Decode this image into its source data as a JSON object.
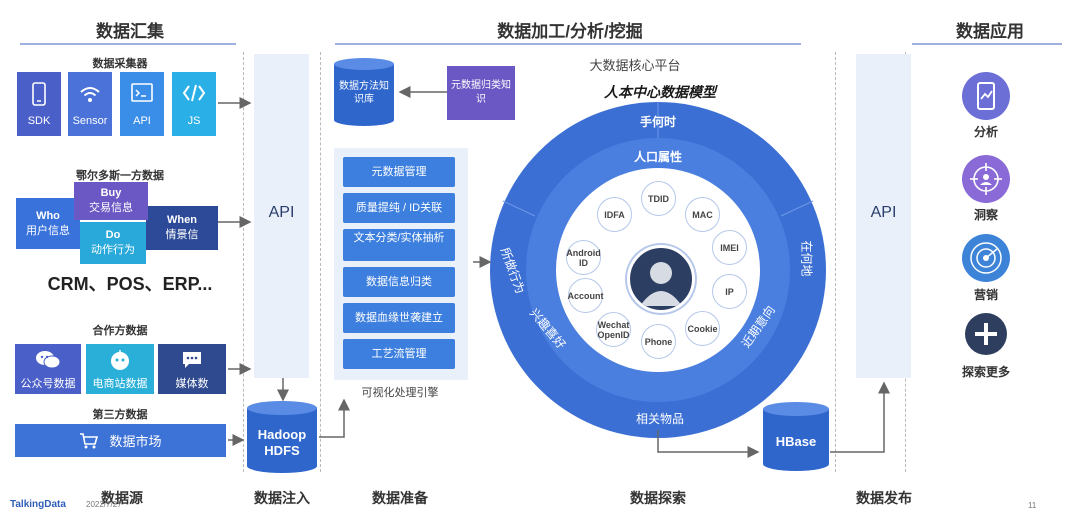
{
  "headers": {
    "collect": "数据汇集",
    "process": "数据加工/分析/挖掘",
    "apply": "数据应用"
  },
  "collectors": {
    "title": "数据采集器",
    "items": [
      {
        "label": "SDK",
        "icon": "phone-icon",
        "color": "#4a5fc8"
      },
      {
        "label": "Sensor",
        "icon": "wifi-icon",
        "color": "#4a72d8"
      },
      {
        "label": "API",
        "icon": "terminal-icon",
        "color": "#3a8ee8"
      },
      {
        "label": "JS",
        "icon": "code-icon",
        "color": "#2ab0e6"
      }
    ]
  },
  "first_party": {
    "title": "鄂尔多斯一方数据",
    "who_title": "Who",
    "who_sub": "用户信息",
    "buy_title": "Buy",
    "buy_sub": "交易信息",
    "do_title": "Do",
    "do_sub": "动作行为",
    "when_title": "When",
    "when_sub": "情景信",
    "crm": "CRM、POS、ERP..."
  },
  "partner": {
    "title": "合作方数据",
    "items": [
      {
        "label": "公众号数据",
        "icon": "wechat-icon"
      },
      {
        "label": "电商站数据",
        "icon": "bot-icon"
      },
      {
        "label": "媒体数",
        "icon": "chat-icon"
      }
    ]
  },
  "third_party": {
    "title": "第三方数据",
    "market": "数据市场",
    "market_icon": "cart-icon"
  },
  "api_left": "API",
  "api_right": "API",
  "hadoop": {
    "line1": "Hadoop",
    "line2": "HDFS"
  },
  "knowledge": {
    "db_label": "数据方法知识库",
    "meta_label": "元数据归类知识"
  },
  "engine": {
    "steps": [
      "元数据管理",
      "质量提纯 / ID关联",
      "文本分类/实体抽析",
      "数据信息归类",
      "数据血缘世袭建立",
      "工艺流管理"
    ],
    "caption": "可视化处理引擎"
  },
  "platform": {
    "title": "大数据核心平台",
    "model": "人本中心数据模型",
    "outer_top": "手何时",
    "outer_left": "所做行为",
    "outer_right": "在何地",
    "outer_bottom": "相关物品",
    "mid_top": "人口属性",
    "mid_left": "兴趣喜好",
    "mid_right": "近期意向",
    "ids": [
      "TDID",
      "IDFA",
      "MAC",
      "Android ID",
      "IMEI",
      "Account",
      "IP",
      "Wechat OpenID",
      "Cookie",
      "Phone"
    ],
    "center_icon": "person-silhouette-icon"
  },
  "hbase": "HBase",
  "apps": [
    {
      "label": "分析",
      "icon": "mobile-chart-icon"
    },
    {
      "label": "洞察",
      "icon": "target-icon"
    },
    {
      "label": "营销",
      "icon": "radar-icon"
    },
    {
      "label": "探索更多",
      "icon": "plus-icon"
    }
  ],
  "bottom_labels": [
    "数据源",
    "数据注入",
    "数据准备",
    "数据探索",
    "数据发布"
  ],
  "footer": {
    "brand": "TalkingData",
    "date": "2022/7/27",
    "page": "11"
  },
  "colors": {
    "accent": "#3d7fde",
    "ring_outer": "#3b6fd4",
    "ring_mid": "#4a7fe0",
    "dark_navy": "#2f4a8e"
  }
}
